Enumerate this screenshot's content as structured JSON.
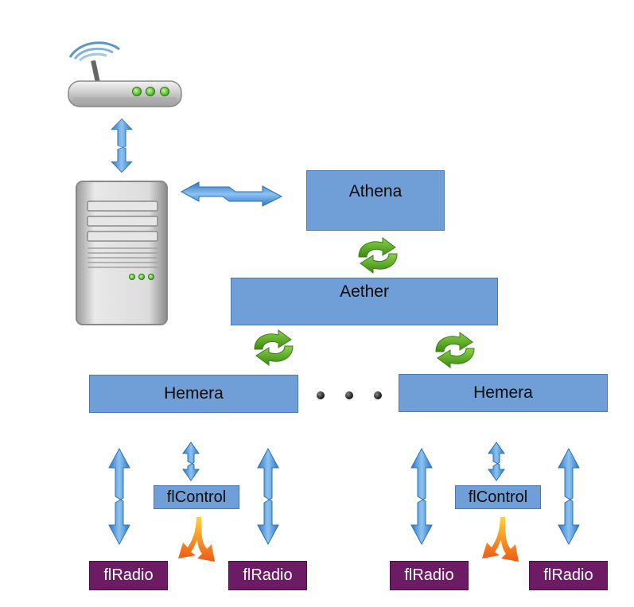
{
  "diagram": {
    "athena": "Athena",
    "aether": "Aether",
    "hemera_left": "Hemera",
    "hemera_right": "Hemera",
    "flcontrol_left": "flControl",
    "flcontrol_right": "flControl",
    "flradio_1": "flRadio",
    "flradio_2": "flRadio",
    "flradio_3": "flRadio",
    "flradio_4": "flRadio"
  },
  "icons": {
    "router": "wireless-router-icon",
    "server": "server-tower-icon",
    "sync": "green-sync-arrows-icon",
    "link": "blue-bidirectional-arrow-icon",
    "signal": "orange-split-arrow-icon",
    "ellipsis": "ellipsis-dots"
  },
  "colors": {
    "box_fill": "#6f9fd6",
    "radio_fill": "#6c1b64",
    "arrow_blue": "#3d86cc",
    "sync_green": "#5aa623",
    "signal_orange": "#f07b1c"
  }
}
